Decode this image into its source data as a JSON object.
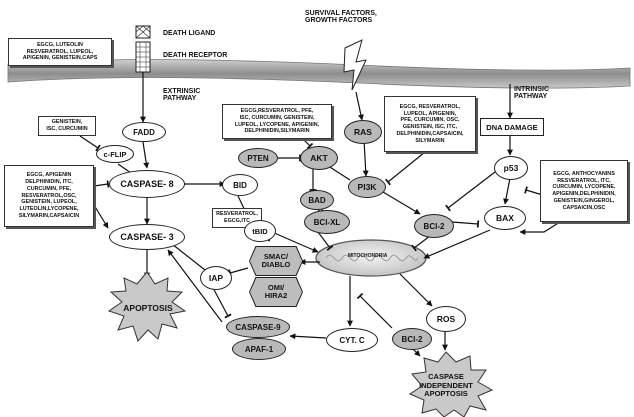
{
  "labels": {
    "death_ligand": "DEATH LIGAND",
    "death_receptor": "DEATH RECEPTOR",
    "survival_factors": "SURVIVAL FACTORS,\nGROWTH FACTORS",
    "extrinsic_pathway": "EXTRINSIC\nPATHWAY",
    "intrinsic_pathway": "INTRINSIC\nPATHWAY",
    "mitochondria": "MITOCHONDRIA"
  },
  "nodes": {
    "fadd": "FADD",
    "c_flip": "c-FLIP",
    "caspase8": "CASPASE- 8",
    "caspase3": "CASPASE- 3",
    "bid": "BID",
    "tbid": "tBID",
    "pten": "PTEN",
    "akt": "AKT",
    "bad": "BAD",
    "ras": "RAS",
    "pi3k": "PI3K",
    "bcl_xl": "BCl-XL",
    "bcl2_upper": "BCl-2",
    "bax": "BAX",
    "p53": "p53",
    "dna_damage": "DNA DAMAGE",
    "iap": "IAP",
    "smac": "SMAC/\nDIABLO",
    "omi": "OMI/\nHIRA2",
    "caspase9": "CASPASE-9",
    "apaf1": "APAF-1",
    "cytc": "CYT. C",
    "bcl2_lower": "BCl-2",
    "ros": "ROS",
    "apoptosis": "APOPTOSIS",
    "caspase_independent": "CASPASE\nINDEPENDENT\nAPOPTOSIS"
  },
  "compound_boxes": {
    "top_left": "EGCG, LUTEOLIN\nRESVERATROL, LUPEOL,\nAPIGENIN, GENISTEIN,CAPS",
    "genistein_isc": "GENISTEIN,\nISC, CURCUMIN",
    "left_big": "EGCG, APIGENIN\nDELPHINIDIN, ITC,\nCURCUMIN, PFE,\nRESVERATROL,OSC,\nGENISTEIN, LUPEOL,\nLUTEOLIN,LYCOPENE,\nSILYMARIN,CAPSAICIN",
    "center_top": "EGCG,RESVERATROL, PFE,\nISC, CURCUMIN, GENISTEIN,\nLUPEOL, LYCOPENE, APIGENIN,\nDELPHINIDIN,SILYMARIN",
    "resveratrol_egcg": "RESVERATROL,\nEGCG,ITC",
    "right_upper": "EGCG, RESVERATROL,\nLUPEOL, APIGENIN,\nPFE, CURCUMIN, OSC,\nGENISTEIN, ISC, ITC,\nDELPHINIDIN,CAPSAICIN,\nSILYMARIN",
    "far_right": "EGCG, ANTHOCYANINS\nRESVERATROL, ITC,\nCURCUMIN, LYCOPENE,\nAPIGENIN,DELPHINIDIN,\nGENISTEIN,GINGEROL,\nCAPSAICIN,OSC"
  },
  "colors": {
    "line": "#111111",
    "node_fill": "#ffffff",
    "grey_fill": "#b9b9b9",
    "membrane": "#9a9a9a",
    "mito": "#d9d9d9"
  }
}
